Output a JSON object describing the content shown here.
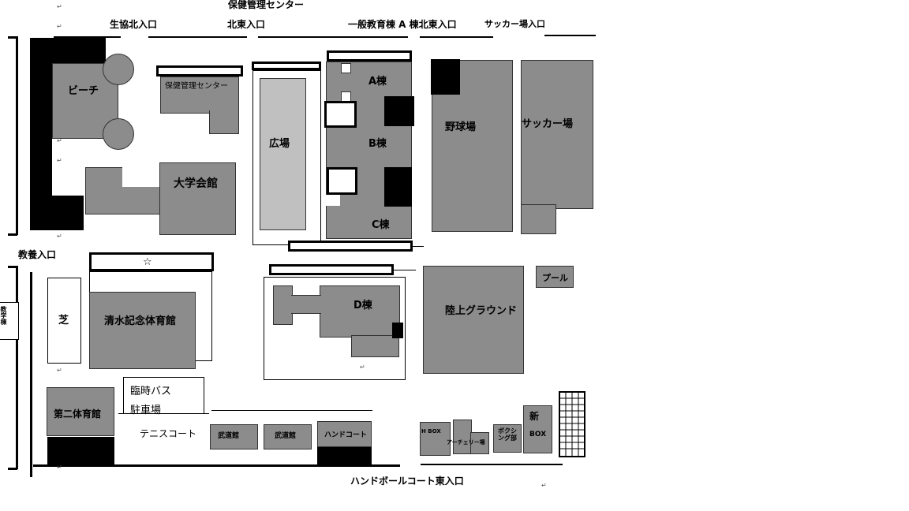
{
  "title": "保健管理センター",
  "entrances": {
    "seikyo_north": "生協北入口",
    "northeast": "北東入口",
    "general_a_northeast": "一般教育棟 A 棟北東入口",
    "soccer": "サッカー場入口",
    "kyoyo": "教養入口",
    "handball_east": "ハンドボールコート東入口"
  },
  "buildings": {
    "beach": "ビーチ",
    "health_center": "保健管理センター",
    "plaza": "広場",
    "a_wing": "A棟",
    "b_wing": "B棟",
    "c_wing": "C棟",
    "d_wing": "D棟",
    "baseball": "野球場",
    "soccer_field": "サッカー場",
    "daigaku_kaikan": "大学会館",
    "star": "☆",
    "shiba": "芝",
    "shimizu_gym": "清水記念体育館",
    "rinji_bus": "臨時バス",
    "chushajo": "駐車場",
    "dai2_gym": "第二体育館",
    "tennis": "テニスコート",
    "budokan1": "武道館",
    "budokan2": "武道館",
    "handcourt": "ハンドコート",
    "rikujo": "陸上グラウンド",
    "pool": "プール",
    "hbox": "H BOX",
    "archery": "アーチェリー場",
    "boxing": "ボクシング部",
    "new": "新",
    "box": "BOX"
  },
  "side_partial_text": "教学棟"
}
